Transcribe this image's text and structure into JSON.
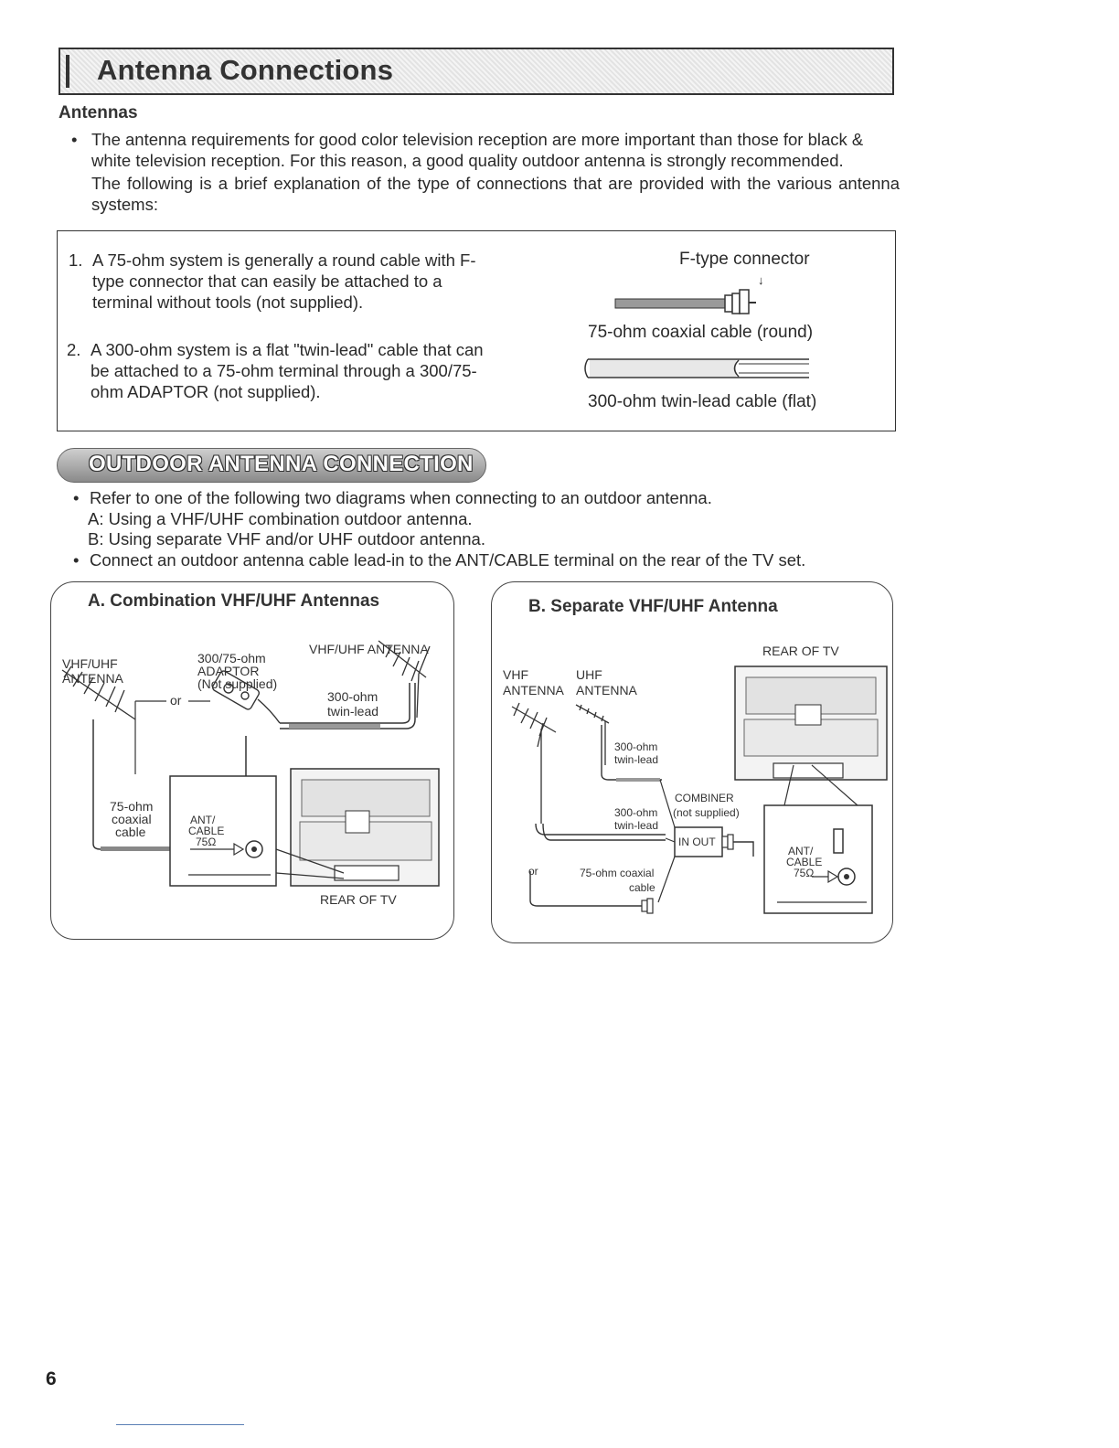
{
  "header": {
    "title": "Antenna Connections"
  },
  "antennas": {
    "heading": "Antennas",
    "bullet": "The antenna requirements for good color television reception are more important than those for black & white television reception. For this reason, a good quality outdoor antenna is strongly recommended.",
    "paragraph": "The following is a brief explanation of the type of connections that are provided with the various antenna systems:"
  },
  "connection_types": {
    "item1_number": "1.",
    "item1_text": "A 75-ohm system is generally a round cable with F-type connector that can easily be attached to a terminal without tools (not supplied).",
    "item2_number": "2.",
    "item2_text": "A 300-ohm system is a flat \"twin-lead\" cable that can be attached to a 75-ohm terminal through a 300/75-ohm ADAPTOR (not supplied).",
    "f_type_label": "F-type connector",
    "coax_caption": "75-ohm coaxial cable (round)",
    "twin_caption": "300-ohm twin-lead cable (flat)"
  },
  "outdoor": {
    "section_title": "OUTDOOR ANTENNA CONNECTION",
    "bullet_refer": "Refer to one of the following two diagrams when connecting to an outdoor antenna.",
    "line_a": "A: Using a VHF/UHF combination outdoor antenna.",
    "line_b": "B: Using separate VHF and/or UHF outdoor antenna.",
    "bullet_connect": "Connect an outdoor antenna cable lead-in to the ANT/CABLE terminal on the rear of the TV set."
  },
  "diagram_a": {
    "title": "A. Combination VHF/UHF Antennas",
    "vhf_uhf_antenna_left_1": "VHF/UHF",
    "vhf_uhf_antenna_left_2": "ANTENNA",
    "adaptor_1": "300/75-ohm",
    "adaptor_2": "ADAPTOR",
    "adaptor_3": "(Not supplied)",
    "vhf_uhf_antenna_right": "VHF/UHF ANTENNA",
    "twin_lead_1": "300-ohm",
    "twin_lead_2": "twin-lead",
    "or_label": "or",
    "coax_1": "75-ohm",
    "coax_2": "coaxial",
    "coax_3": "cable",
    "ant_1": "ANT/",
    "ant_2": "CABLE",
    "ant_3": "75Ω",
    "rear_of_tv": "REAR OF TV"
  },
  "diagram_b": {
    "title": "B. Separate VHF/UHF Antenna",
    "rear_of_tv": "REAR OF TV",
    "vhf_1": "VHF",
    "vhf_2": "ANTENNA",
    "uhf_1": "UHF",
    "uhf_2": "ANTENNA",
    "twin_top_1": "300-ohm",
    "twin_top_2": "twin-lead",
    "combiner_1": "COMBINER",
    "combiner_2": "(not supplied)",
    "twin_mid_1": "300-ohm",
    "twin_mid_2": "twin-lead",
    "in_out": "IN OUT",
    "or_label": "or",
    "coax_1": "75-ohm coaxial",
    "coax_2": "cable",
    "ant_1": "ANT/",
    "ant_2": "CABLE",
    "ant_3": "75Ω"
  },
  "footer": {
    "page_number": "6"
  }
}
